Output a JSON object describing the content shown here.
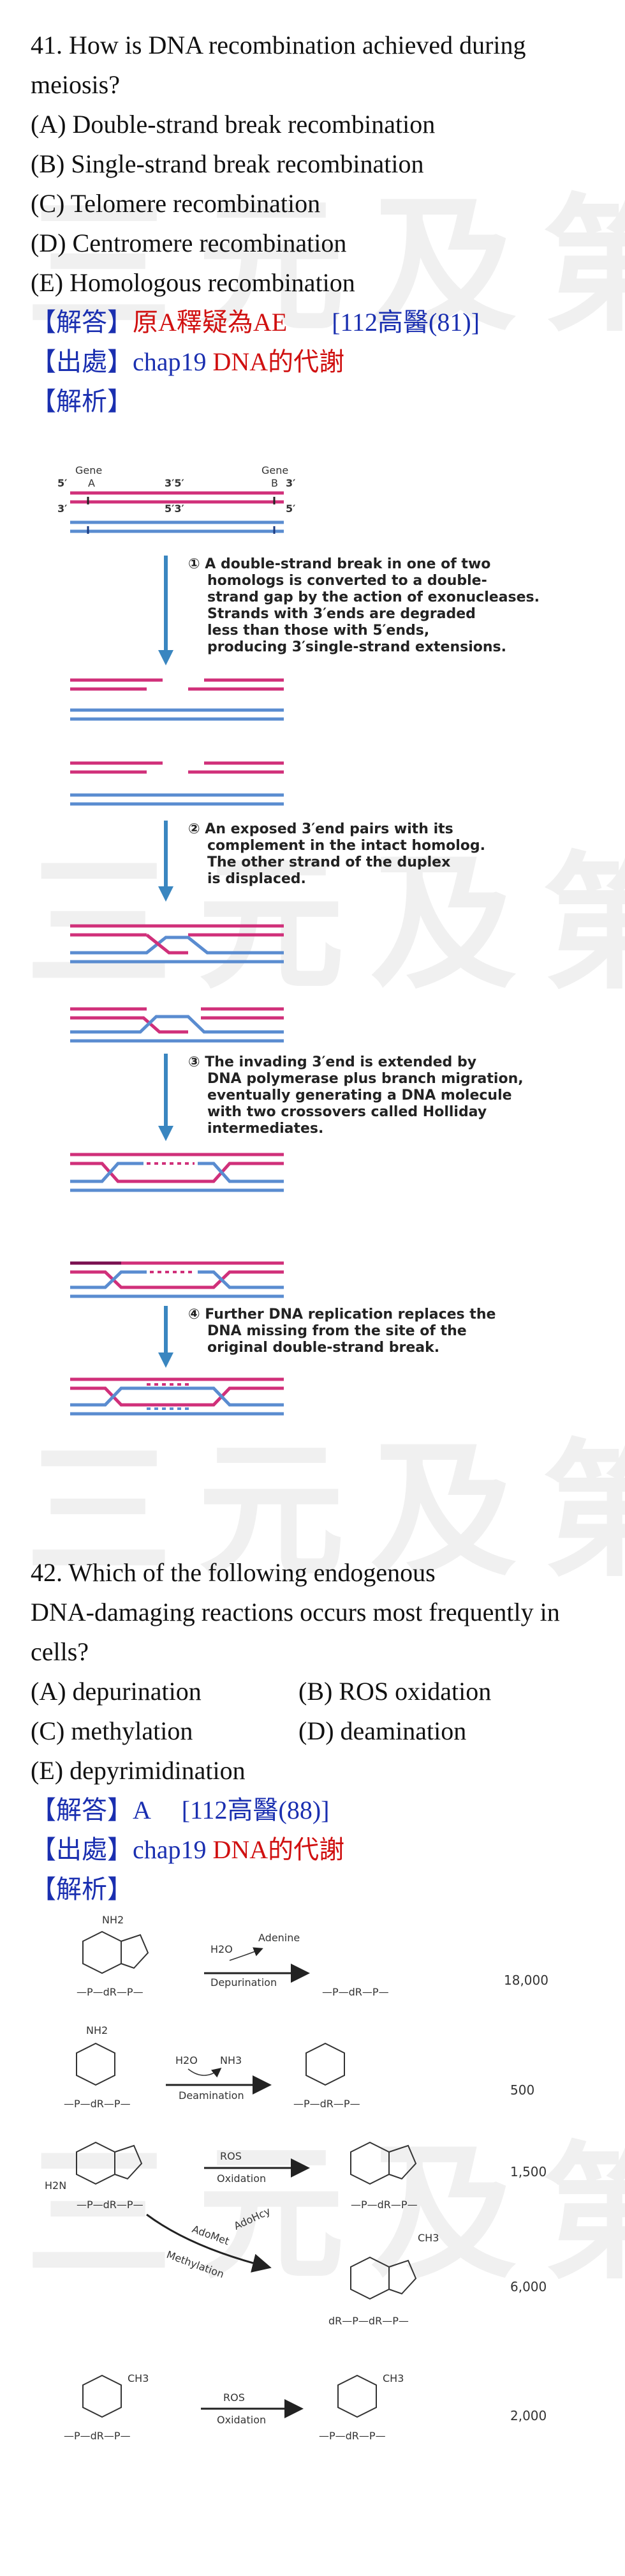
{
  "watermark": "三元及第",
  "q41": {
    "question": "41. How is DNA recombination achieved during meiosis?",
    "options": [
      "(A) Double-strand break recombination",
      "(B) Single-strand break recombination",
      "(C) Telomere recombination",
      "(D) Centromere recombination",
      "(E) Homologous recombination"
    ],
    "answer_tag": "【解答】",
    "answer_text": "原A釋疑為AE",
    "answer_ref": "[112高醫(81)]",
    "source_tag": "【出處】",
    "source_chap": "chap19",
    "source_topic": "DNA的代謝",
    "analysis_tag": "【解析】"
  },
  "fig1": {
    "gene_a": "Gene",
    "gene_a_letter": "A",
    "gene_b": "Gene",
    "gene_b_letter": "B",
    "end_5a": "5′",
    "end_3a": "3′",
    "mid_top": "3′5′",
    "mid_bot": "5′3′",
    "end_3b": "3′",
    "end_5b": "5′",
    "steps": [
      [
        "① A double-strand break in one of two",
        "homologs is converted to a double-",
        "strand gap by the action of exonucleases.",
        "Strands with 3′ends are degraded",
        "less than those with 5′ends,",
        "producing 3′single-strand extensions."
      ],
      [
        "② An exposed 3′end pairs with its",
        "complement in the intact homolog.",
        "The other strand of the duplex",
        "is displaced."
      ],
      [
        "③ The invading 3′end is extended by",
        "DNA polymerase plus branch migration,",
        "eventually generating a DNA molecule",
        "with two crossovers called Holliday",
        "intermediates."
      ],
      [
        "④ Further DNA replication replaces the",
        "DNA missing from the site of the",
        "original double-strand break."
      ]
    ]
  },
  "q42": {
    "question_lines": [
      "42. Which of the following endogenous",
      "DNA-damaging reactions occurs most frequently in",
      "cells?"
    ],
    "options": [
      [
        "(A) depurination",
        "(B) ROS oxidation"
      ],
      [
        "(C) methylation",
        "(D) deamination"
      ],
      [
        "(E) depyrimidination",
        ""
      ]
    ],
    "answer_tag": "【解答】",
    "answer_text": "A",
    "answer_ref": "[112高醫(88)]",
    "source_tag": "【出處】",
    "source_chap": "chap19",
    "source_topic": "DNA的代謝",
    "analysis_tag": "【解析】"
  },
  "fig2": {
    "reactions": [
      {
        "label": "Depurination",
        "reagent": "H2O",
        "product": "Adenine",
        "count": "18,000",
        "substrate_group": "NH2",
        "backbone": "—P—dR—P—"
      },
      {
        "label": "Deamination",
        "reagent": "H2O",
        "product": "NH3",
        "count": "500",
        "substrate_group": "NH2",
        "backbone": "—P—dR—P—"
      },
      {
        "label": "Oxidation",
        "reagent": "ROS",
        "product": "",
        "count": "1,500",
        "substrate_group": "H2N",
        "backbone": "—P—dR—P—"
      },
      {
        "label": "Methylation",
        "reagent": "AdoMet",
        "product": "AdoHcy",
        "count": "6,000",
        "substrate_group": "CH3",
        "backbone": "dR—P—dR—P—"
      },
      {
        "label": "Oxidation",
        "reagent": "ROS",
        "product": "",
        "count": "2,000",
        "substrate_group": "CH3",
        "backbone": "—P—dR—P—"
      }
    ]
  },
  "colors": {
    "blue": "#1a2fb0",
    "red": "#d01010",
    "strand_pink": "#d0307a",
    "strand_blue": "#5a8cd0",
    "arrow": "#3a86c0"
  }
}
